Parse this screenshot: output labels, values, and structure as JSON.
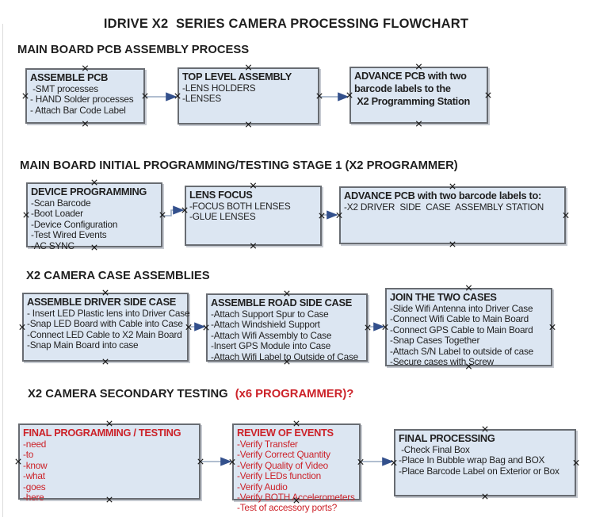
{
  "title": "IDRIVE X2  SERIES CAMERA PROCESSING FLOWCHART",
  "colors": {
    "text": "#1f1f1f",
    "red": "#cc2229",
    "box_fill": "#dce6f2",
    "box_border": "#686c72",
    "connector_line": "#97a9c0",
    "connector_arrow": "#33508c",
    "handle": "#1c1c1c"
  },
  "icons": {
    "connection_handle": "x-handle-icon",
    "arrowhead": "arrow-right-icon"
  },
  "sections": [
    {
      "heading": "MAIN BOARD PCB ASSEMBLY PROCESS",
      "heading_suffix": "",
      "boxes": [
        {
          "title": "ASSEMBLE PCB",
          "items": [
            " -SMT processes",
            "- HAND Solder processes",
            "- Attach Bar Code Label"
          ]
        },
        {
          "title": "TOP LEVEL ASSEMBLY",
          "items": [
            "-LENS HOLDERS",
            "-LENSES"
          ]
        },
        {
          "title": "ADVANCE PCB with two\nbarcode labels to the\n X2 Programming Station",
          "items": []
        }
      ]
    },
    {
      "heading": "MAIN BOARD INITIAL PROGRAMMING/TESTING STAGE 1 (X2 PROGRAMMER)",
      "heading_suffix": "",
      "boxes": [
        {
          "title": "DEVICE PROGRAMMING",
          "items": [
            "-Scan Barcode",
            "-Boot Loader",
            "-Device Configuration",
            "-Test Wired Events",
            "-AC SYNC"
          ]
        },
        {
          "title": "LENS FOCUS",
          "items": [
            "-FOCUS BOTH LENSES",
            "-GLUE LENSES"
          ]
        },
        {
          "title": "ADVANCE PCB with two barcode labels to:",
          "items": [
            "-X2 DRIVER  SIDE  CASE  ASSEMBLY STATION"
          ]
        }
      ]
    },
    {
      "heading": "X2 CAMERA CASE ASSEMBLIES",
      "heading_suffix": "",
      "boxes": [
        {
          "title": "ASSEMBLE DRIVER SIDE CASE",
          "items": [
            "- Insert LED Plastic lens into Driver Case",
            "-Snap LED Board with Cable into Case",
            "-Connect LED Cable to X2 Main Board",
            "-Snap Main Board into case"
          ]
        },
        {
          "title": "ASSEMBLE ROAD SIDE CASE",
          "items": [
            "-Attach Support Spur to Case",
            "-Attach Windshield Support",
            "-Attach Wifi Assembly to Case",
            "-Insert GPS Module into Case",
            "-Attach Wifi Label to Outside of Case"
          ]
        },
        {
          "title": "JOIN THE TWO CASES",
          "items": [
            "-Slide Wifi Antenna into Driver Case",
            "-Connect Wifi Cable to Main Board",
            "-Connect GPS Cable to Main Board",
            "-Snap Cases Together",
            "-Attach S/N Label to outside of case",
            "-Secure cases with Screw"
          ]
        }
      ]
    },
    {
      "heading": "X2 CAMERA SECONDARY TESTING",
      "heading_suffix": "(x6 PROGRAMMER)?",
      "boxes": [
        {
          "title": "FINAL PROGRAMMING / TESTING",
          "red": true,
          "items": [
            "-need",
            "-to",
            "-know",
            "-what",
            "-goes",
            "-here"
          ]
        },
        {
          "title": "REVIEW OF EVENTS",
          "red": true,
          "items": [
            "-Verify Transfer",
            "-Verify Correct Quantity",
            "-Verify Quality of Video",
            "-Verify LEDs function",
            "-Verify Audio",
            "-Verify BOTH Accelerometers",
            "-Test of accessory ports?"
          ]
        },
        {
          "title": "FINAL PROCESSING",
          "items": [
            " -Check Final Box",
            "-Place In Bubble wrap Bag and BOX",
            "-Place Barcode Label on Exterior or Box"
          ]
        }
      ]
    }
  ]
}
